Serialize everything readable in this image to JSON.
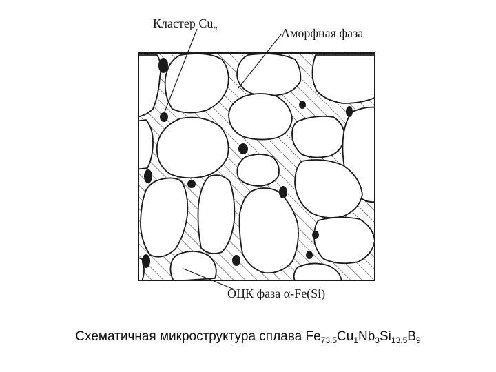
{
  "diagram": {
    "labels": {
      "cluster_main": "Кластер Cu",
      "cluster_sub": "n",
      "amorphous": "Аморфная фаза",
      "bcc": "ОЦК фаза α-Fe(Si)"
    },
    "colors": {
      "ink": "#1a1a1a",
      "grain_fill": "#ffffff",
      "hatch": "#444444"
    }
  },
  "caption": {
    "text": "Схематичная микроструктура сплава Fe",
    "fe_sub": "73.5",
    "cu": "Cu",
    "cu_sub": "1",
    "nb": "Nb",
    "nb_sub": "3",
    "si": "Si",
    "si_sub": "13.5",
    "b": "B",
    "b_sub": "9"
  }
}
